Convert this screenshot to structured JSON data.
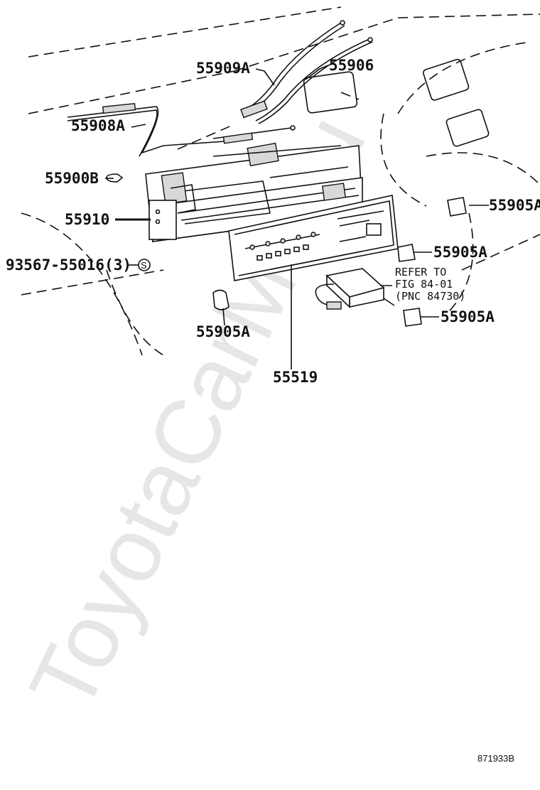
{
  "diagram": {
    "watermark": "ToyotaCarMe.ru",
    "callouts": {
      "c55909a": "55909A",
      "c55906": "55906",
      "c55908a": "55908A",
      "c55900b": "55900B",
      "c55910": "55910",
      "c93567": "93567-55016(3)",
      "c93567_mark": "S",
      "c55905a_top": "55905A",
      "c55905a_mid": "55905A",
      "c55905a_left": "55905A",
      "c55905a_low": "55905A",
      "c55519": "55519"
    },
    "reference_note": {
      "line1": "REFER TO",
      "line2": "FIG 84-01",
      "line3": "(PNC 84730)"
    },
    "figure_code": "871933B"
  }
}
